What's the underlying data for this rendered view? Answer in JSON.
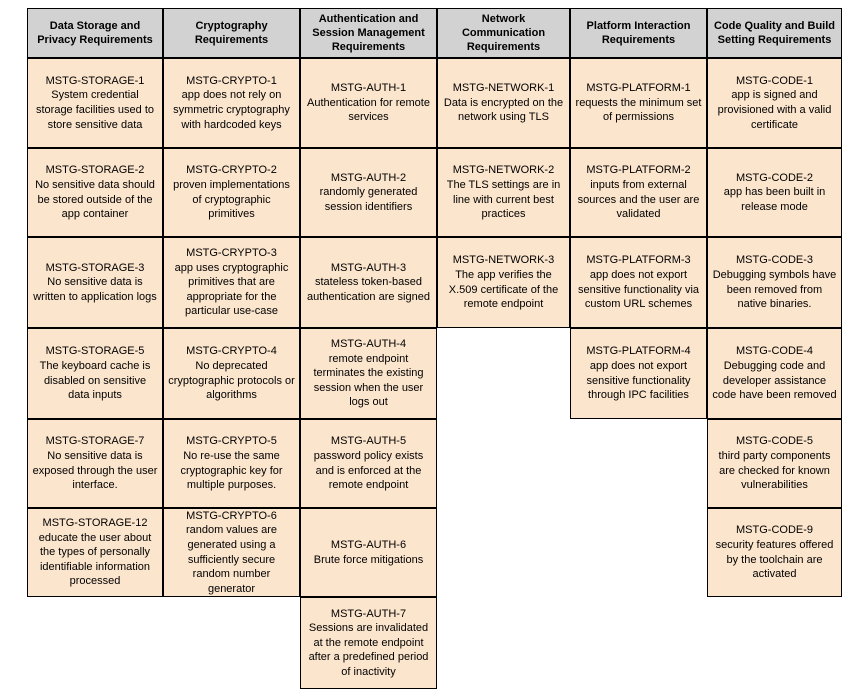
{
  "colors": {
    "page_bg": "#ffffff",
    "header_bg": "#d2d2d2",
    "cell_bg": "#fce5cd",
    "border": "#000000"
  },
  "columns": [
    {
      "header": "Data Storage and Privacy Requirements",
      "cells": [
        {
          "id": "MSTG-STORAGE-1",
          "text": "System credential storage facilities used to store sensitive data"
        },
        {
          "id": "MSTG-STORAGE-2",
          "text": "No sensitive data should be stored outside of the app container"
        },
        {
          "id": "MSTG-STORAGE-3",
          "text": "No sensitive data is written to application logs"
        },
        {
          "id": "MSTG-STORAGE-5",
          "text": "The keyboard cache is disabled on sensitive data inputs"
        },
        {
          "id": "MSTG-STORAGE-7",
          "text": "No sensitive data is exposed through the user interface."
        },
        {
          "id": "MSTG-STORAGE-12",
          "text": "educate the user about the types of personally identifiable information processed"
        }
      ]
    },
    {
      "header": "Cryptography Requirements",
      "cells": [
        {
          "id": "MSTG-CRYPTO-1",
          "text": "app does not rely on symmetric cryptography with hardcoded keys"
        },
        {
          "id": "MSTG-CRYPTO-2",
          "text": "proven implementations of cryptographic primitives"
        },
        {
          "id": "MSTG-CRYPTO-3",
          "text": "app uses cryptographic primitives that are appropriate for the particular use-case"
        },
        {
          "id": "MSTG-CRYPTO-4",
          "text": "No deprecated cryptographic protocols or algorithms"
        },
        {
          "id": "MSTG-CRYPTO-5",
          "text": "No re-use the same cryptographic key for multiple purposes."
        },
        {
          "id": "MSTG-CRYPTO-6",
          "text": "random values are generated using a sufficiently secure random number generator"
        }
      ]
    },
    {
      "header": "Authentication and Session Management Requirements",
      "cells": [
        {
          "id": "MSTG-AUTH-1",
          "text": "Authentication for remote services"
        },
        {
          "id": "MSTG-AUTH-2",
          "text": "randomly generated session identifiers"
        },
        {
          "id": "MSTG-AUTH-3",
          "text": "stateless token-based authentication are signed"
        },
        {
          "id": "MSTG-AUTH-4",
          "text": "remote endpoint terminates the existing session when the user logs out"
        },
        {
          "id": "MSTG-AUTH-5",
          "text": "password policy exists and is enforced at the remote endpoint"
        },
        {
          "id": "MSTG-AUTH-6",
          "text": "Brute force mitigations"
        },
        {
          "id": "MSTG-AUTH-7",
          "text": "Sessions are invalidated at the remote endpoint after a predefined period of inactivity"
        }
      ]
    },
    {
      "header": "Network Communication Requirements",
      "cells": [
        {
          "id": "MSTG-NETWORK-1",
          "text": "Data is encrypted on the network using TLS"
        },
        {
          "id": "MSTG-NETWORK-2",
          "text": "The TLS settings are in line with current best practices"
        },
        {
          "id": "MSTG-NETWORK-3",
          "text": "The app verifies the X.509 certificate of the remote endpoint"
        }
      ]
    },
    {
      "header": "Platform Interaction Requirements",
      "cells": [
        {
          "id": "MSTG-PLATFORM-1",
          "text": "requests the minimum set of permissions"
        },
        {
          "id": "MSTG-PLATFORM-2",
          "text": "inputs from external sources and the user are validated"
        },
        {
          "id": "MSTG-PLATFORM-3",
          "text": "app does not export sensitive functionality via custom URL schemes"
        },
        {
          "id": "MSTG-PLATFORM-4",
          "text": "app does not export sensitive functionality through IPC facilities"
        }
      ]
    },
    {
      "header": "Code Quality and Build Setting Requirements",
      "cells": [
        {
          "id": "MSTG-CODE-1",
          "text": "app is signed and provisioned with a valid certificate"
        },
        {
          "id": "MSTG-CODE-2",
          "text": "app has been built in release mode"
        },
        {
          "id": "MSTG-CODE-3",
          "text": "Debugging symbols have been removed from native binaries."
        },
        {
          "id": "MSTG-CODE-4",
          "text": "Debugging code and developer assistance code have been removed"
        },
        {
          "id": "MSTG-CODE-5",
          "text": "third party components are checked for known vulnerabilities"
        },
        {
          "id": "MSTG-CODE-9",
          "text": "security features offered by the toolchain are activated"
        }
      ]
    }
  ]
}
